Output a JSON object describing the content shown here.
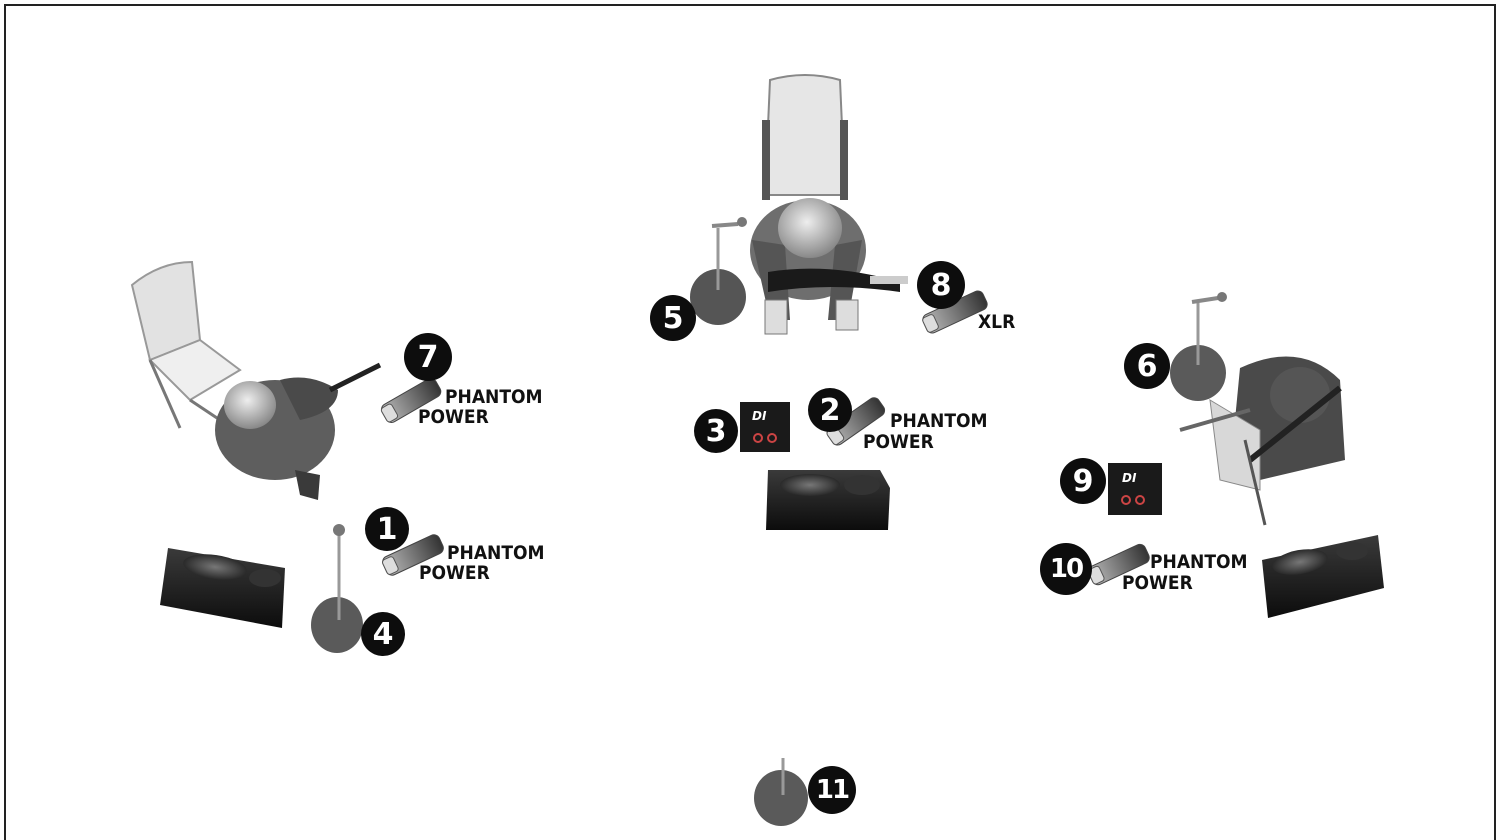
{
  "badges": [
    "1",
    "2",
    "3",
    "4",
    "5",
    "6",
    "7",
    "8",
    "9",
    "10",
    "11"
  ],
  "labels": {
    "l1a": "PHANTOM",
    "l1b": "POWER",
    "l2a": "PHANTOM",
    "l2b": "POWER",
    "l7a": "PHANTOM",
    "l7b": "POWER",
    "l8": "XLR",
    "l10a": "PHANTOM",
    "l10b": "POWER"
  },
  "di_label": "DI"
}
